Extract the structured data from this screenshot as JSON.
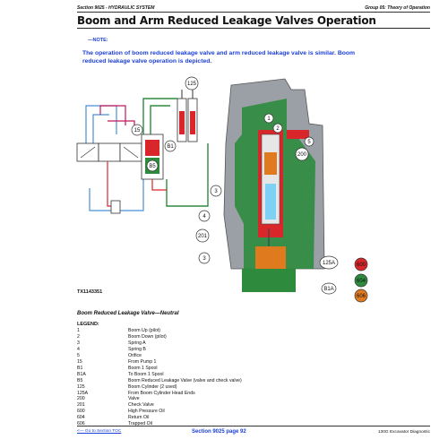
{
  "header": {
    "section": "Section 9025 - HYDRAULIC SYSTEM",
    "group": "Group 05: Theory of Operation"
  },
  "title": "Boom and Arm Reduced Leakage Valves Operation",
  "note": {
    "heading": "—NOTE:",
    "text": "The operation of boom reduced leakage valve and arm reduced leakage valve is similar. Boom reduced leakage valve operation is depicted."
  },
  "figure": {
    "id": "TX1143351",
    "callouts": [
      "125",
      "15",
      "B1",
      "B5",
      "3",
      "4",
      "201",
      "3",
      "200",
      "5",
      "2",
      "1",
      "125A",
      "600",
      "604",
      "606",
      "B1A"
    ],
    "caption": "Boom Reduced Leakage Valve—Neutral",
    "colors": {
      "high_pressure": "#d9262b",
      "return": "#2e8b3e",
      "trapped": "#e07a1f",
      "pilot_blue": "#4a8fd6"
    }
  },
  "legend": {
    "heading": "LEGEND:",
    "items": [
      {
        "key": "1",
        "desc": "Boom Up (pilot)"
      },
      {
        "key": "2",
        "desc": "Boom Down (pilot)"
      },
      {
        "key": "3",
        "desc": "Spring A"
      },
      {
        "key": "4",
        "desc": "Spring B"
      },
      {
        "key": "5",
        "desc": "Orifice"
      },
      {
        "key": "15",
        "desc": "From Pump 1"
      },
      {
        "key": "B1",
        "desc": "Boom 1 Spool"
      },
      {
        "key": "B1A",
        "desc": "To Boom 1 Spool"
      },
      {
        "key": "B5",
        "desc": "Boom Reduced Leakage Valve (valve and check valve)"
      },
      {
        "key": "125",
        "desc": "Boom Cylinder (2 used)"
      },
      {
        "key": "125A",
        "desc": "From Boom Cylinder Head Ends"
      },
      {
        "key": "200",
        "desc": "Valve"
      },
      {
        "key": "201",
        "desc": "Check Valve"
      },
      {
        "key": "600",
        "desc": "High Pressure Oil"
      },
      {
        "key": "604",
        "desc": "Return Oil"
      },
      {
        "key": "606",
        "desc": "Trapped Oil"
      }
    ]
  },
  "footer": {
    "link": "<— Go to Section TOC",
    "page": "Section 9025 page 92",
    "doc": "130G Excavator Diagnostic"
  }
}
